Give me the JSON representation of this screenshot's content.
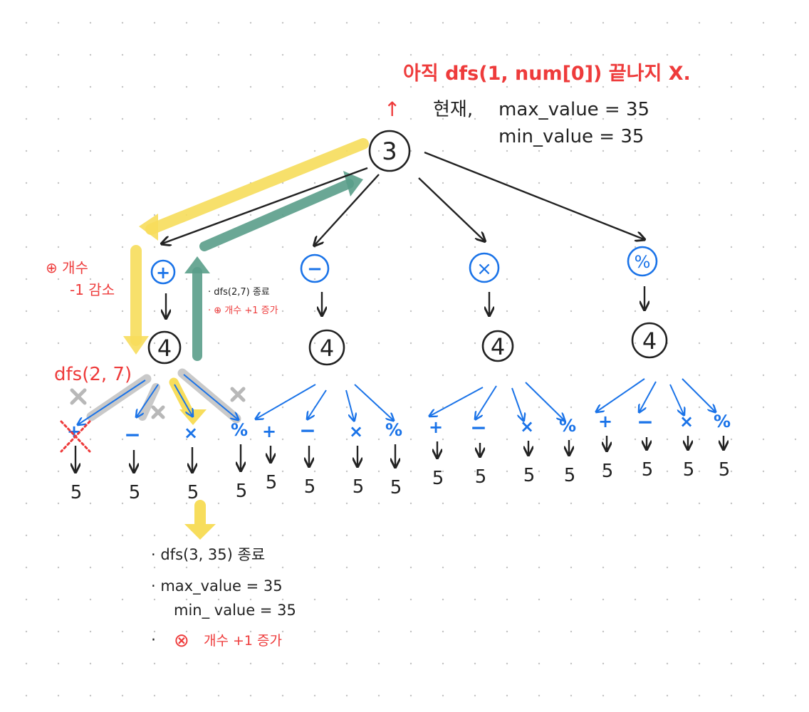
{
  "header": {
    "note_red": "아직 dfs(1, num[0]) 끝나지 X.",
    "up_arrow": "↑",
    "current_prefix": "현재,",
    "max_line": "max_value = 35",
    "min_line": "min_value = 35"
  },
  "tree": {
    "root_value": "3",
    "operators": [
      {
        "symbol": "+",
        "name": "plus"
      },
      {
        "symbol": "−",
        "name": "minus"
      },
      {
        "symbol": "×",
        "name": "multiply"
      },
      {
        "symbol": "%",
        "name": "divide"
      }
    ],
    "second_value": "4",
    "leaf_ops": [
      "+",
      "−",
      "×",
      "%"
    ],
    "leaf_value": "5"
  },
  "annotations": {
    "plus_count_1": "⊕ 개수",
    "plus_count_2": "-1 감소",
    "dfs_2_7": "dfs(2, 7)",
    "dfs_end_1": "· dfs(2,7) 종료",
    "dfs_end_2": "· ⊕ 개수 +1 증가",
    "bottom_1": "· dfs(3, 35) 종료",
    "bottom_2": "· max_value = 35",
    "bottom_3": "min_ value = 35",
    "bottom_4_bullet": "·",
    "bottom_4_icon": "⊗",
    "bottom_4": "개수 +1 증가"
  },
  "colors": {
    "ink": "#222222",
    "red": "#ee3b3b",
    "blue": "#1a73e8",
    "yellow": "#f7dd5c",
    "green": "#5a9e8a",
    "gray": "#c9c9c9",
    "dot": "#c4c4c4"
  }
}
